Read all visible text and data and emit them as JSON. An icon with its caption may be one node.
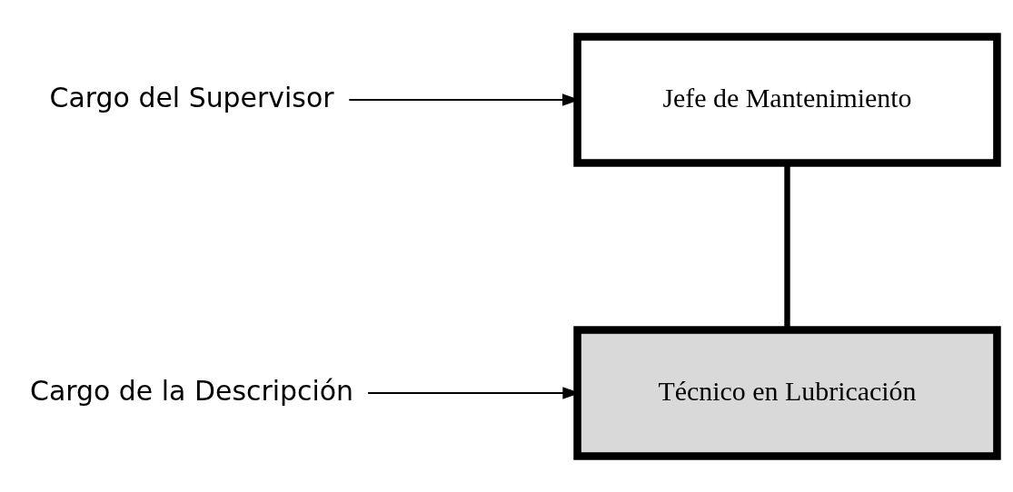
{
  "diagram": {
    "nodes": [
      {
        "text": [
          "Cargo del Supervisor"
        ]
      },
      {
        "text": [
          "Jefe de Mantenimiento"
        ]
      },
      {
        "text": [
          "Cargo de la Descripción"
        ]
      },
      {
        "text": [
          "Técnico en Lubricación"
        ]
      }
    ],
    "edges": [
      {
        "from": 0,
        "to": 1,
        "arrow": "to"
      },
      {
        "from": 1,
        "to": 3,
        "arrow": "none",
        "style": "thick"
      },
      {
        "from": 2,
        "to": 3,
        "arrow": "to"
      }
    ]
  }
}
